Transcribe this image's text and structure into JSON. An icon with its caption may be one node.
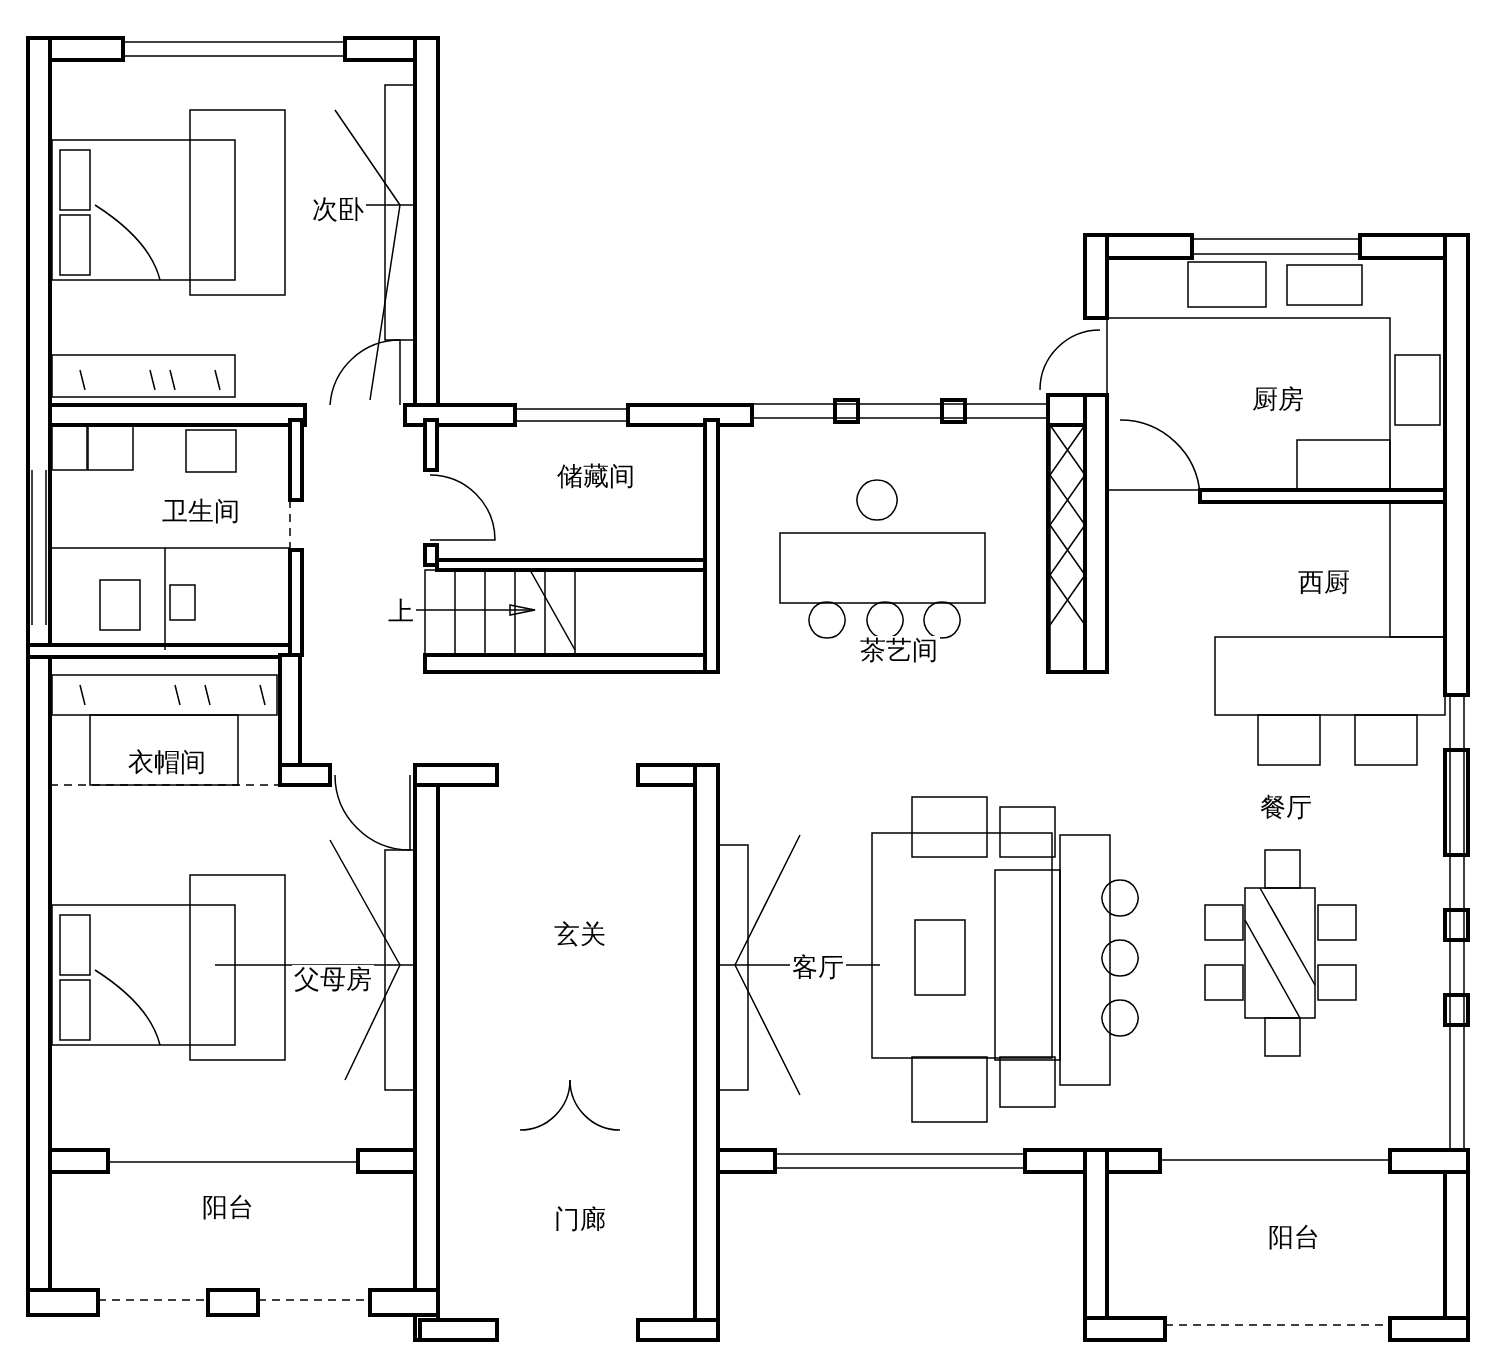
{
  "diagram": {
    "labels": [
      "次卧",
      "厨房",
      "储藏间",
      "卫生间",
      "西厨",
      "上",
      "茶艺间",
      "衣帽间",
      "餐厅",
      "玄关",
      "客厅",
      "父母房",
      "阳台",
      "门廊",
      "阳台"
    ]
  }
}
